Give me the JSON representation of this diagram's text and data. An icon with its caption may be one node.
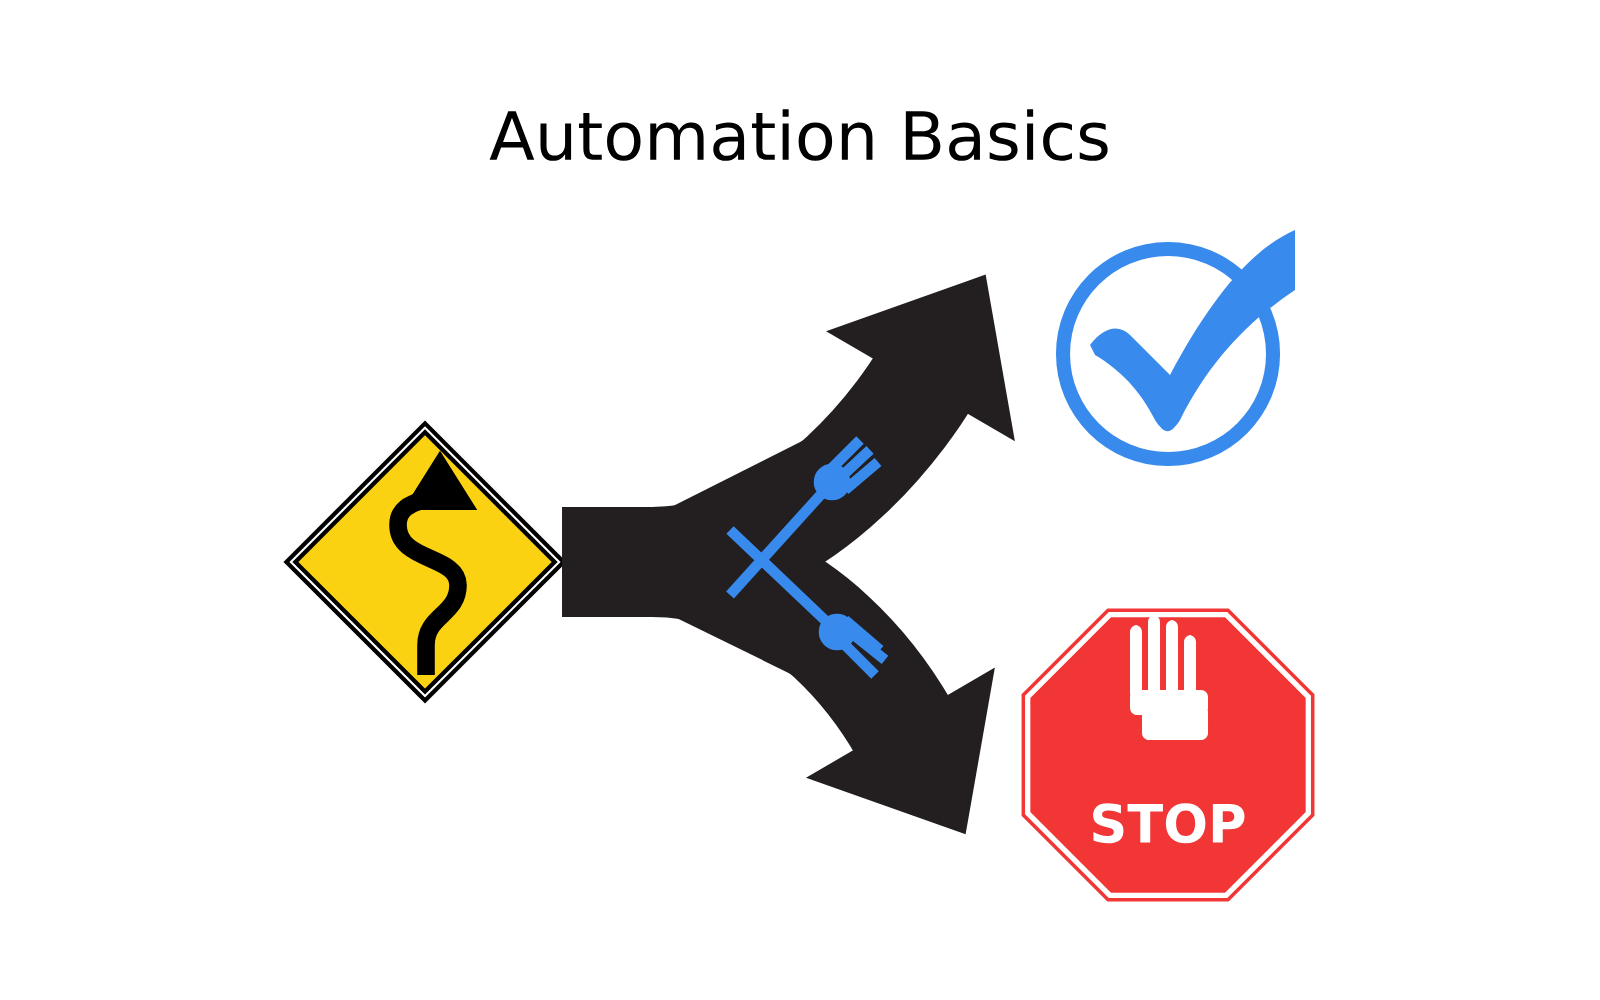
{
  "diagram": {
    "title": "Automation Basics",
    "nodes": [
      {
        "text": [],
        "shape": "diamond"
      },
      {
        "text": [],
        "shape": "circle"
      },
      {
        "text": [
          "STOP"
        ]
      }
    ],
    "edges": [
      {
        "from": 0,
        "to": 1,
        "arrow": "to"
      },
      {
        "from": 0,
        "to": 2,
        "arrow": "to"
      }
    ]
  }
}
